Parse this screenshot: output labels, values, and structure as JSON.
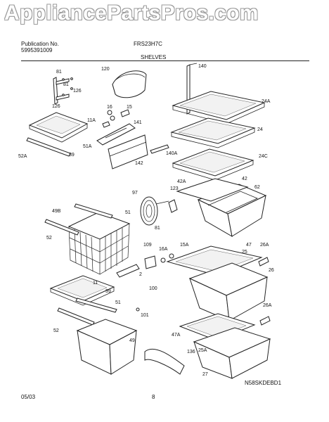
{
  "watermark": "AppliancePartsPros.com",
  "header": {
    "publication_label": "Publication No.",
    "publication_number": "5995391009",
    "model": "FRS23H7C",
    "section": "SHELVES"
  },
  "footer": {
    "date": "05/03",
    "page": "8",
    "diagram_code": "N58SKDEBD1"
  },
  "part_labels": [
    "81",
    "120",
    "140",
    "126",
    "81",
    "126",
    "16",
    "15",
    "11A",
    "141",
    "24A",
    "24",
    "51A",
    "140A",
    "24C",
    "52A",
    "39",
    "142",
    "42A",
    "42",
    "123",
    "62",
    "97",
    "49B",
    "51",
    "52",
    "81",
    "47",
    "109",
    "16A",
    "15A",
    "25",
    "26A",
    "26",
    "2",
    "11",
    "39",
    "100",
    "51",
    "101",
    "26A",
    "52",
    "49",
    "47A",
    "25A",
    "136",
    "27"
  ]
}
